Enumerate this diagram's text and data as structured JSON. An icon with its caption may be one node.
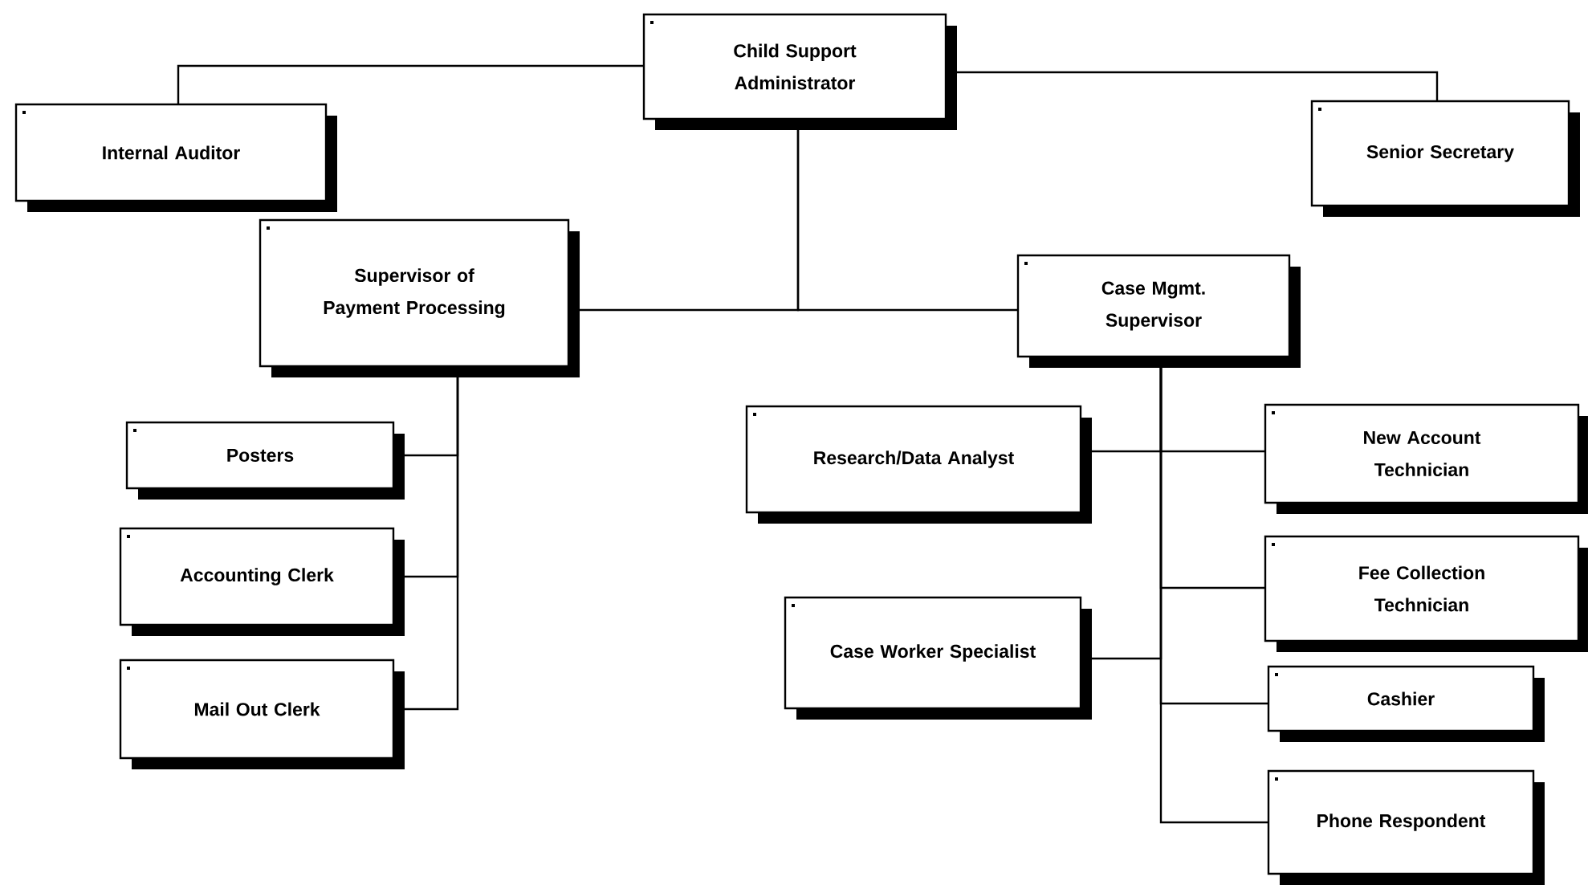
{
  "diagram": {
    "nodes": [
      {
        "text": [
          "Child Support Administrator"
        ]
      },
      {
        "text": [
          "Internal Auditor"
        ]
      },
      {
        "text": [
          "Senior Secretary"
        ]
      },
      {
        "text": [
          "Supervisor of Payment Processing"
        ]
      },
      {
        "text": [
          "Case Mgmt. Supervisor"
        ]
      },
      {
        "text": [
          "Posters"
        ]
      },
      {
        "text": [
          "Accounting Clerk"
        ]
      },
      {
        "text": [
          "Mail Out Clerk"
        ]
      },
      {
        "text": [
          "Research/Data Analyst"
        ]
      },
      {
        "text": [
          "New Account Technician"
        ]
      },
      {
        "text": [
          "Fee Collection Technician"
        ]
      },
      {
        "text": [
          "Case Worker Specialist"
        ]
      },
      {
        "text": [
          "Cashier"
        ]
      },
      {
        "text": [
          "Phone Respondent"
        ]
      }
    ],
    "edges": [
      {
        "from": 0,
        "to": 1,
        "arrow": "none"
      },
      {
        "from": 0,
        "to": 2,
        "arrow": "none"
      },
      {
        "from": 0,
        "to": 3,
        "arrow": "none"
      },
      {
        "from": 0,
        "to": 4,
        "arrow": "none"
      },
      {
        "from": 3,
        "to": 5,
        "arrow": "none"
      },
      {
        "from": 3,
        "to": 6,
        "arrow": "none"
      },
      {
        "from": 3,
        "to": 7,
        "arrow": "none"
      },
      {
        "from": 4,
        "to": 8,
        "arrow": "none"
      },
      {
        "from": 4,
        "to": 9,
        "arrow": "none"
      },
      {
        "from": 4,
        "to": 10,
        "arrow": "none"
      },
      {
        "from": 4,
        "to": 11,
        "arrow": "none"
      },
      {
        "from": 4,
        "to": 12,
        "arrow": "none"
      },
      {
        "from": 4,
        "to": 13,
        "arrow": "none"
      }
    ]
  }
}
